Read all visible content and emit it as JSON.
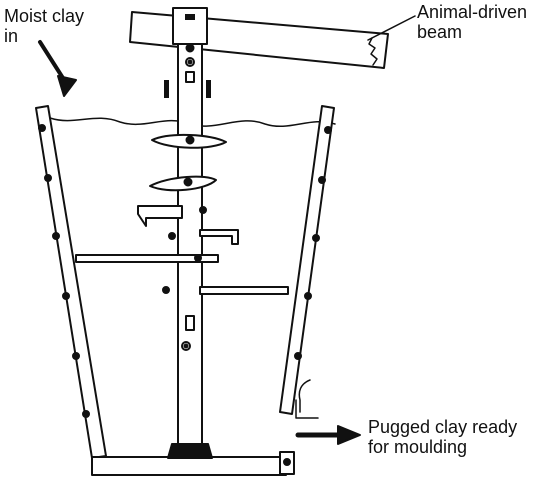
{
  "labels": {
    "moist_clay": [
      "Moist clay",
      "in"
    ],
    "beam": [
      "Animal-driven",
      "beam"
    ],
    "pugged_clay": [
      "Pugged clay ready",
      "for moulding"
    ]
  },
  "colors": {
    "ink": "#111111",
    "paper": "#ffffff"
  }
}
